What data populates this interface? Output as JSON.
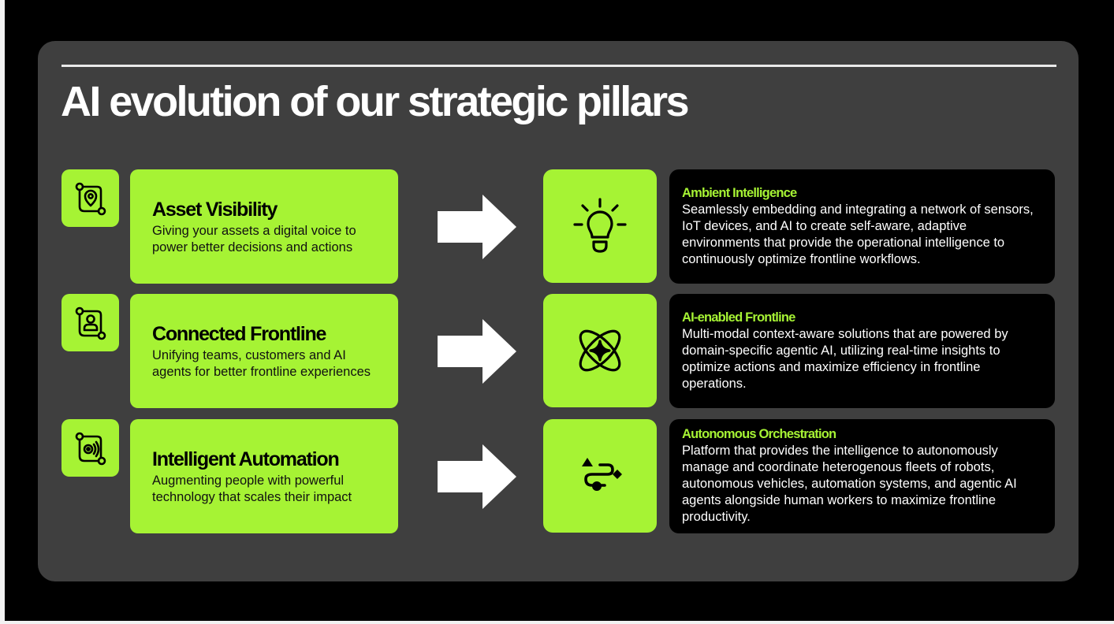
{
  "title": "AI evolution of our strategic pillars",
  "colors": {
    "accent": "#a6f334",
    "panel": "#3f3f3f",
    "background": "#000000",
    "text_light": "#ffffff"
  },
  "rows": [
    {
      "small_icon": "location-pin-workflow-icon",
      "pillar_title": "Asset Visibility",
      "pillar_desc": "Giving your assets a digital voice to power better decisions and actions",
      "big_icon": "lightbulb-icon",
      "detail_title": "Ambient Intelligence",
      "detail_desc": "Seamlessly embedding and integrating a network of sensors, IoT devices, and AI to create self-aware, adaptive environments that provide the operational intelligence to continuously optimize frontline workflows."
    },
    {
      "small_icon": "person-workflow-icon",
      "pillar_title": "Connected Frontline",
      "pillar_desc": "Unifying teams, customers and AI agents for better frontline experiences",
      "big_icon": "atom-sparkle-icon",
      "detail_title": "AI-enabled Frontline",
      "detail_desc": "Multi-modal context-aware solutions that are powered by domain-specific agentic AI, utilizing real-time insights to optimize actions and maximize efficiency in frontline operations."
    },
    {
      "small_icon": "gear-signal-workflow-icon",
      "pillar_title": "Intelligent Automation",
      "pillar_desc": "Augmenting people with powerful technology that scales their impact",
      "big_icon": "route-flow-icon",
      "detail_title": "Autonomous Orchestration",
      "detail_desc": "Platform that provides the intelligence to autonomously manage and coordinate heterogenous fleets of robots, autonomous vehicles, automation systems, and agentic AI agents alongside human workers to maximize frontline productivity."
    }
  ]
}
